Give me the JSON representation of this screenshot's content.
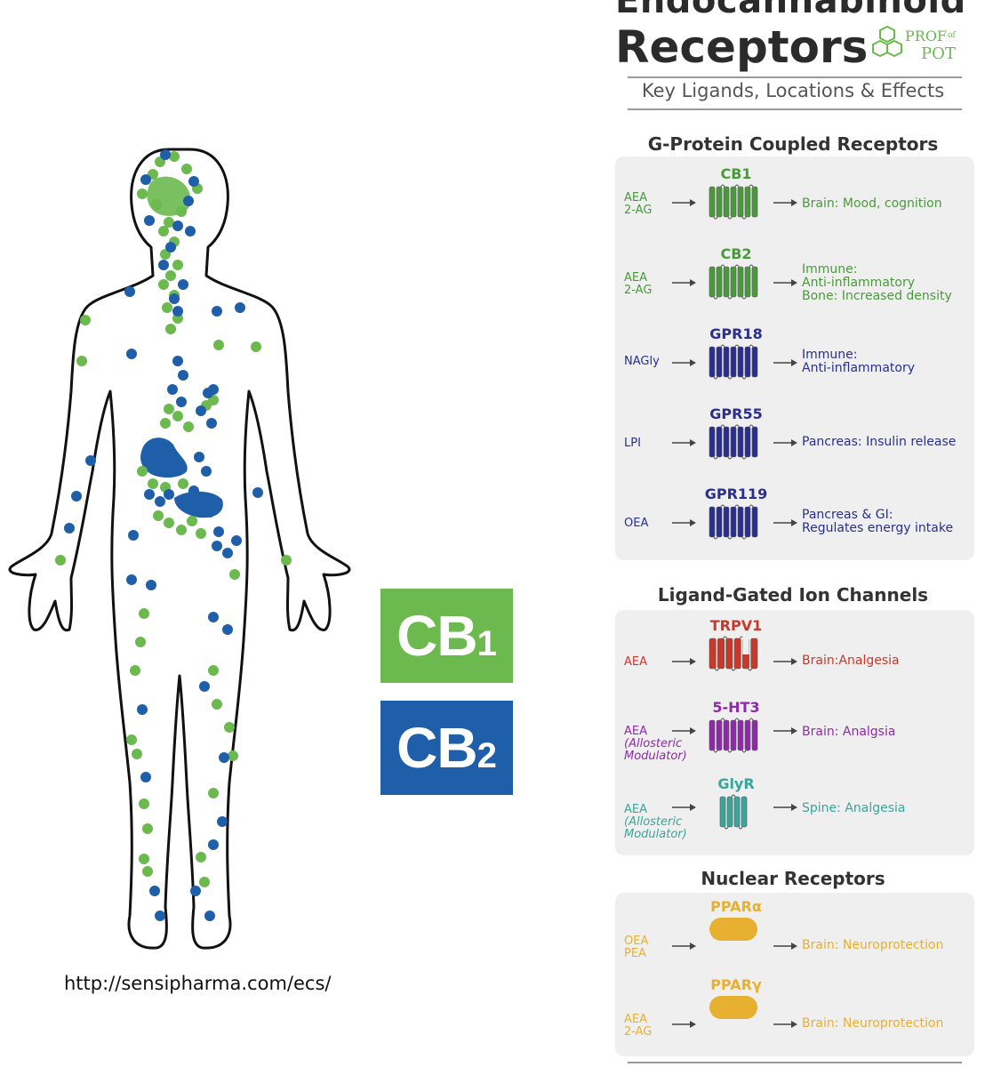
{
  "legend": {
    "cb1": {
      "label": "CB",
      "sub": "1",
      "color": "#6cb94f"
    },
    "cb2": {
      "label": "CB",
      "sub": "2",
      "color": "#1f5fa9"
    }
  },
  "source_url": "http://sensipharma.com/ecs/",
  "infographic": {
    "title_line1": "Endocannabinoid",
    "title_line2": "Receptors",
    "logo_text_1": "PROF",
    "logo_text_of": "of",
    "logo_text_2": "POT",
    "subtitle": "Key Ligands, Locations & Effects",
    "sections": {
      "gpcr": {
        "title": "G-Protein Coupled Receptors",
        "rows": [
          {
            "name": "CB1",
            "ligand": "AEA\n2-AG",
            "effect": "Brain: Mood, cognition",
            "color": "#4a9a3c"
          },
          {
            "name": "CB2",
            "ligand": "AEA\n2-AG",
            "effect": "Immune:\nAnti-inflammatory\nBone: Increased density",
            "color": "#4a9a3c"
          },
          {
            "name": "GPR18",
            "ligand": "NAGly",
            "effect": "Immune:\nAnti-inflammatory",
            "color": "#2a2f8f"
          },
          {
            "name": "GPR55",
            "ligand": "LPI",
            "effect": "Pancreas: Insulin release",
            "color": "#2a2f8f"
          },
          {
            "name": "GPR119",
            "ligand": "OEA",
            "effect": "Pancreas & GI:\nRegulates energy intake",
            "color": "#2a2f8f"
          }
        ]
      },
      "lgic": {
        "title": "Ligand-Gated Ion Channels",
        "rows": [
          {
            "name": "TRPV1",
            "ligand": "AEA",
            "effect": "Brain:Analgesia",
            "color": "#c8392b"
          },
          {
            "name": "5-HT3",
            "ligand": "AEA",
            "modulator": "(Allosteric\nModulator)",
            "effect": "Brain: Analgsia",
            "color": "#8e2aa8"
          },
          {
            "name": "GlyR",
            "ligand": "AEA",
            "modulator": "(Allosteric\nModulator)",
            "effect": "Spine: Analgesia",
            "color": "#3aa59a"
          }
        ]
      },
      "nuclear": {
        "title": "Nuclear Receptors",
        "rows": [
          {
            "name": "PPARα",
            "ligand": "OEA\nPEA",
            "effect": "Brain: Neuroprotection",
            "color": "#e8b030"
          },
          {
            "name": "PPARγ",
            "ligand": "AEA\n2-AG",
            "effect": "Brain: Neuroprotection",
            "color": "#e8b030"
          }
        ]
      }
    }
  }
}
